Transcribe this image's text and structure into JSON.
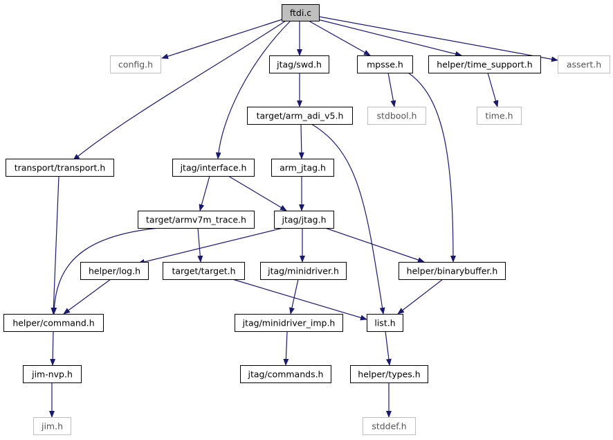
{
  "colors": {
    "edge": "#191970",
    "root_fill": "#bfbfbf",
    "node_fill": "#ffffff",
    "node_border": "#000000",
    "external_border": "#bfbfbf",
    "external_text": "#555555"
  },
  "nodes": [
    {
      "id": "ftdi_c",
      "label": "ftdi.c",
      "kind": "root"
    },
    {
      "id": "config_h",
      "label": "config.h",
      "kind": "external"
    },
    {
      "id": "jtag_swd_h",
      "label": "jtag/swd.h",
      "kind": "normal"
    },
    {
      "id": "mpsse_h",
      "label": "mpsse.h",
      "kind": "normal"
    },
    {
      "id": "helper_time_support_h",
      "label": "helper/time_support.h",
      "kind": "normal"
    },
    {
      "id": "assert_h",
      "label": "assert.h",
      "kind": "external"
    },
    {
      "id": "target_arm_adi_v5_h",
      "label": "target/arm_adi_v5.h",
      "kind": "normal"
    },
    {
      "id": "stdbool_h",
      "label": "stdbool.h",
      "kind": "external"
    },
    {
      "id": "time_h",
      "label": "time.h",
      "kind": "external"
    },
    {
      "id": "transport_transport_h",
      "label": "transport/transport.h",
      "kind": "normal"
    },
    {
      "id": "jtag_interface_h",
      "label": "jtag/interface.h",
      "kind": "normal"
    },
    {
      "id": "arm_jtag_h",
      "label": "arm_jtag.h",
      "kind": "normal"
    },
    {
      "id": "target_armv7m_trace_h",
      "label": "target/armv7m_trace.h",
      "kind": "normal"
    },
    {
      "id": "jtag_jtag_h",
      "label": "jtag/jtag.h",
      "kind": "normal"
    },
    {
      "id": "helper_log_h",
      "label": "helper/log.h",
      "kind": "normal"
    },
    {
      "id": "target_target_h",
      "label": "target/target.h",
      "kind": "normal"
    },
    {
      "id": "jtag_minidriver_h",
      "label": "jtag/minidriver.h",
      "kind": "normal"
    },
    {
      "id": "helper_binarybuffer_h",
      "label": "helper/binarybuffer.h",
      "kind": "normal"
    },
    {
      "id": "helper_command_h",
      "label": "helper/command.h",
      "kind": "normal"
    },
    {
      "id": "jtag_minidriver_imp_h",
      "label": "jtag/minidriver_imp.h",
      "kind": "normal"
    },
    {
      "id": "list_h",
      "label": "list.h",
      "kind": "normal"
    },
    {
      "id": "jim_nvp_h",
      "label": "jim-nvp.h",
      "kind": "normal"
    },
    {
      "id": "jtag_commands_h",
      "label": "jtag/commands.h",
      "kind": "normal"
    },
    {
      "id": "helper_types_h",
      "label": "helper/types.h",
      "kind": "normal"
    },
    {
      "id": "jim_h",
      "label": "jim.h",
      "kind": "external"
    },
    {
      "id": "stddef_h",
      "label": "stddef.h",
      "kind": "external"
    }
  ],
  "edges": [
    {
      "from": "ftdi_c",
      "to": "config_h"
    },
    {
      "from": "ftdi_c",
      "to": "transport_transport_h"
    },
    {
      "from": "ftdi_c",
      "to": "jtag_interface_h"
    },
    {
      "from": "ftdi_c",
      "to": "jtag_swd_h"
    },
    {
      "from": "ftdi_c",
      "to": "mpsse_h"
    },
    {
      "from": "ftdi_c",
      "to": "helper_time_support_h"
    },
    {
      "from": "ftdi_c",
      "to": "assert_h"
    },
    {
      "from": "jtag_swd_h",
      "to": "target_arm_adi_v5_h"
    },
    {
      "from": "mpsse_h",
      "to": "stdbool_h"
    },
    {
      "from": "mpsse_h",
      "to": "helper_binarybuffer_h"
    },
    {
      "from": "helper_time_support_h",
      "to": "time_h"
    },
    {
      "from": "target_arm_adi_v5_h",
      "to": "arm_jtag_h"
    },
    {
      "from": "target_arm_adi_v5_h",
      "to": "list_h"
    },
    {
      "from": "transport_transport_h",
      "to": "helper_command_h"
    },
    {
      "from": "jtag_interface_h",
      "to": "target_armv7m_trace_h"
    },
    {
      "from": "jtag_interface_h",
      "to": "jtag_jtag_h"
    },
    {
      "from": "arm_jtag_h",
      "to": "jtag_jtag_h"
    },
    {
      "from": "target_armv7m_trace_h",
      "to": "target_target_h"
    },
    {
      "from": "target_armv7m_trace_h",
      "to": "helper_command_h"
    },
    {
      "from": "jtag_jtag_h",
      "to": "helper_log_h"
    },
    {
      "from": "jtag_jtag_h",
      "to": "jtag_minidriver_h"
    },
    {
      "from": "jtag_jtag_h",
      "to": "helper_binarybuffer_h"
    },
    {
      "from": "helper_log_h",
      "to": "helper_command_h"
    },
    {
      "from": "target_target_h",
      "to": "list_h"
    },
    {
      "from": "jtag_minidriver_h",
      "to": "jtag_minidriver_imp_h"
    },
    {
      "from": "helper_binarybuffer_h",
      "to": "list_h"
    },
    {
      "from": "helper_command_h",
      "to": "jim_nvp_h"
    },
    {
      "from": "jtag_minidriver_imp_h",
      "to": "jtag_commands_h"
    },
    {
      "from": "list_h",
      "to": "helper_types_h"
    },
    {
      "from": "jim_nvp_h",
      "to": "jim_h"
    },
    {
      "from": "helper_types_h",
      "to": "stddef_h"
    }
  ]
}
